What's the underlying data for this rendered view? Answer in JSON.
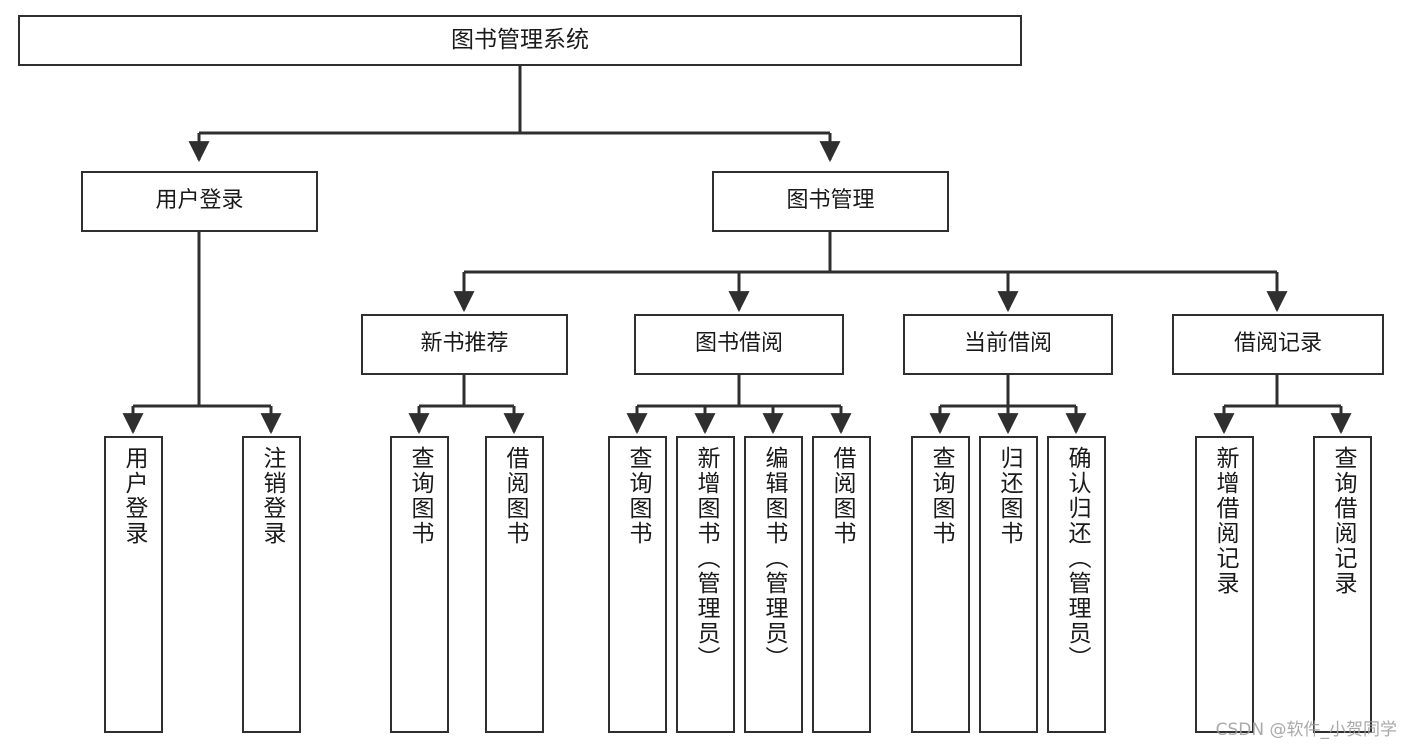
{
  "diagram": {
    "title": "图书管理系统",
    "type": "hierarchy-tree",
    "levels": 4,
    "colors": {
      "box_border": "#2f2f2f",
      "box_fill": "#ffffff",
      "connector": "#2f2f2f",
      "text": "#1a1a1a",
      "watermark": "#9b9b9b",
      "background": "#ffffff"
    },
    "nodes": {
      "root": {
        "label": "图书管理系统"
      },
      "level1": [
        {
          "id": "user-login",
          "label": "用户登录"
        },
        {
          "id": "book-manage",
          "label": "图书管理"
        }
      ],
      "level2": [
        {
          "id": "new-book-recommend",
          "label": "新书推荐"
        },
        {
          "id": "book-borrow",
          "label": "图书借阅"
        },
        {
          "id": "current-borrow",
          "label": "当前借阅"
        },
        {
          "id": "borrow-record",
          "label": "借阅记录"
        }
      ],
      "leaves": {
        "user-login": [
          {
            "id": "leaf-user-login",
            "label": "用户登录"
          },
          {
            "id": "leaf-logout",
            "label": "注销登录"
          }
        ],
        "new-book-recommend": [
          {
            "id": "leaf-query-book-1",
            "label": "查询图书"
          },
          {
            "id": "leaf-borrow-book-1",
            "label": "借阅图书"
          }
        ],
        "book-borrow": [
          {
            "id": "leaf-query-book-2",
            "label": "查询图书"
          },
          {
            "id": "leaf-add-book",
            "label": "新增图书（管理员）"
          },
          {
            "id": "leaf-edit-book",
            "label": "编辑图书（管理员）"
          },
          {
            "id": "leaf-borrow-book-2",
            "label": "借阅图书"
          }
        ],
        "current-borrow": [
          {
            "id": "leaf-query-book-3",
            "label": "查询图书"
          },
          {
            "id": "leaf-return-book",
            "label": "归还图书"
          },
          {
            "id": "leaf-confirm-return",
            "label": "确认归还（管理员）"
          }
        ],
        "borrow-record": [
          {
            "id": "leaf-add-record",
            "label": "新增借阅记录"
          },
          {
            "id": "leaf-query-record",
            "label": "查询借阅记录"
          }
        ]
      }
    }
  },
  "watermark": {
    "text": "CSDN @软件_小贺同学"
  }
}
